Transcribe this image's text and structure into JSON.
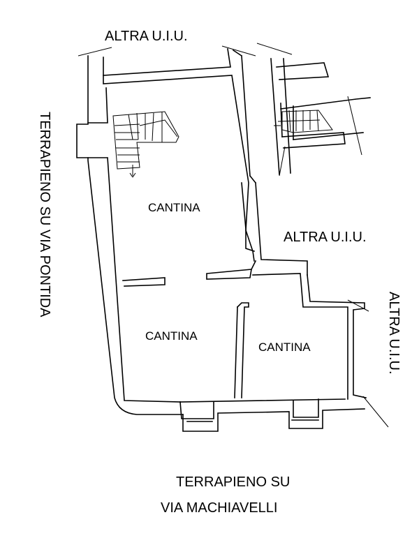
{
  "labels": {
    "top_neighbor": "ALTRA U.I.U.",
    "right_neighbor": "ALTRA U.I.U.",
    "right_vertical_neighbor": "ALTRA U.I.U.",
    "left_side": "TERRAPIENO SU VIA PONTIDA",
    "bottom_line1": "TERRAPIENO SU",
    "bottom_line2": "VIA MACHIAVELLI"
  },
  "rooms": [
    {
      "name": "CANTINA"
    },
    {
      "name": "CANTINA"
    },
    {
      "name": "CANTINA"
    }
  ],
  "colors": {
    "lines": "#000000",
    "background": "#ffffff"
  }
}
